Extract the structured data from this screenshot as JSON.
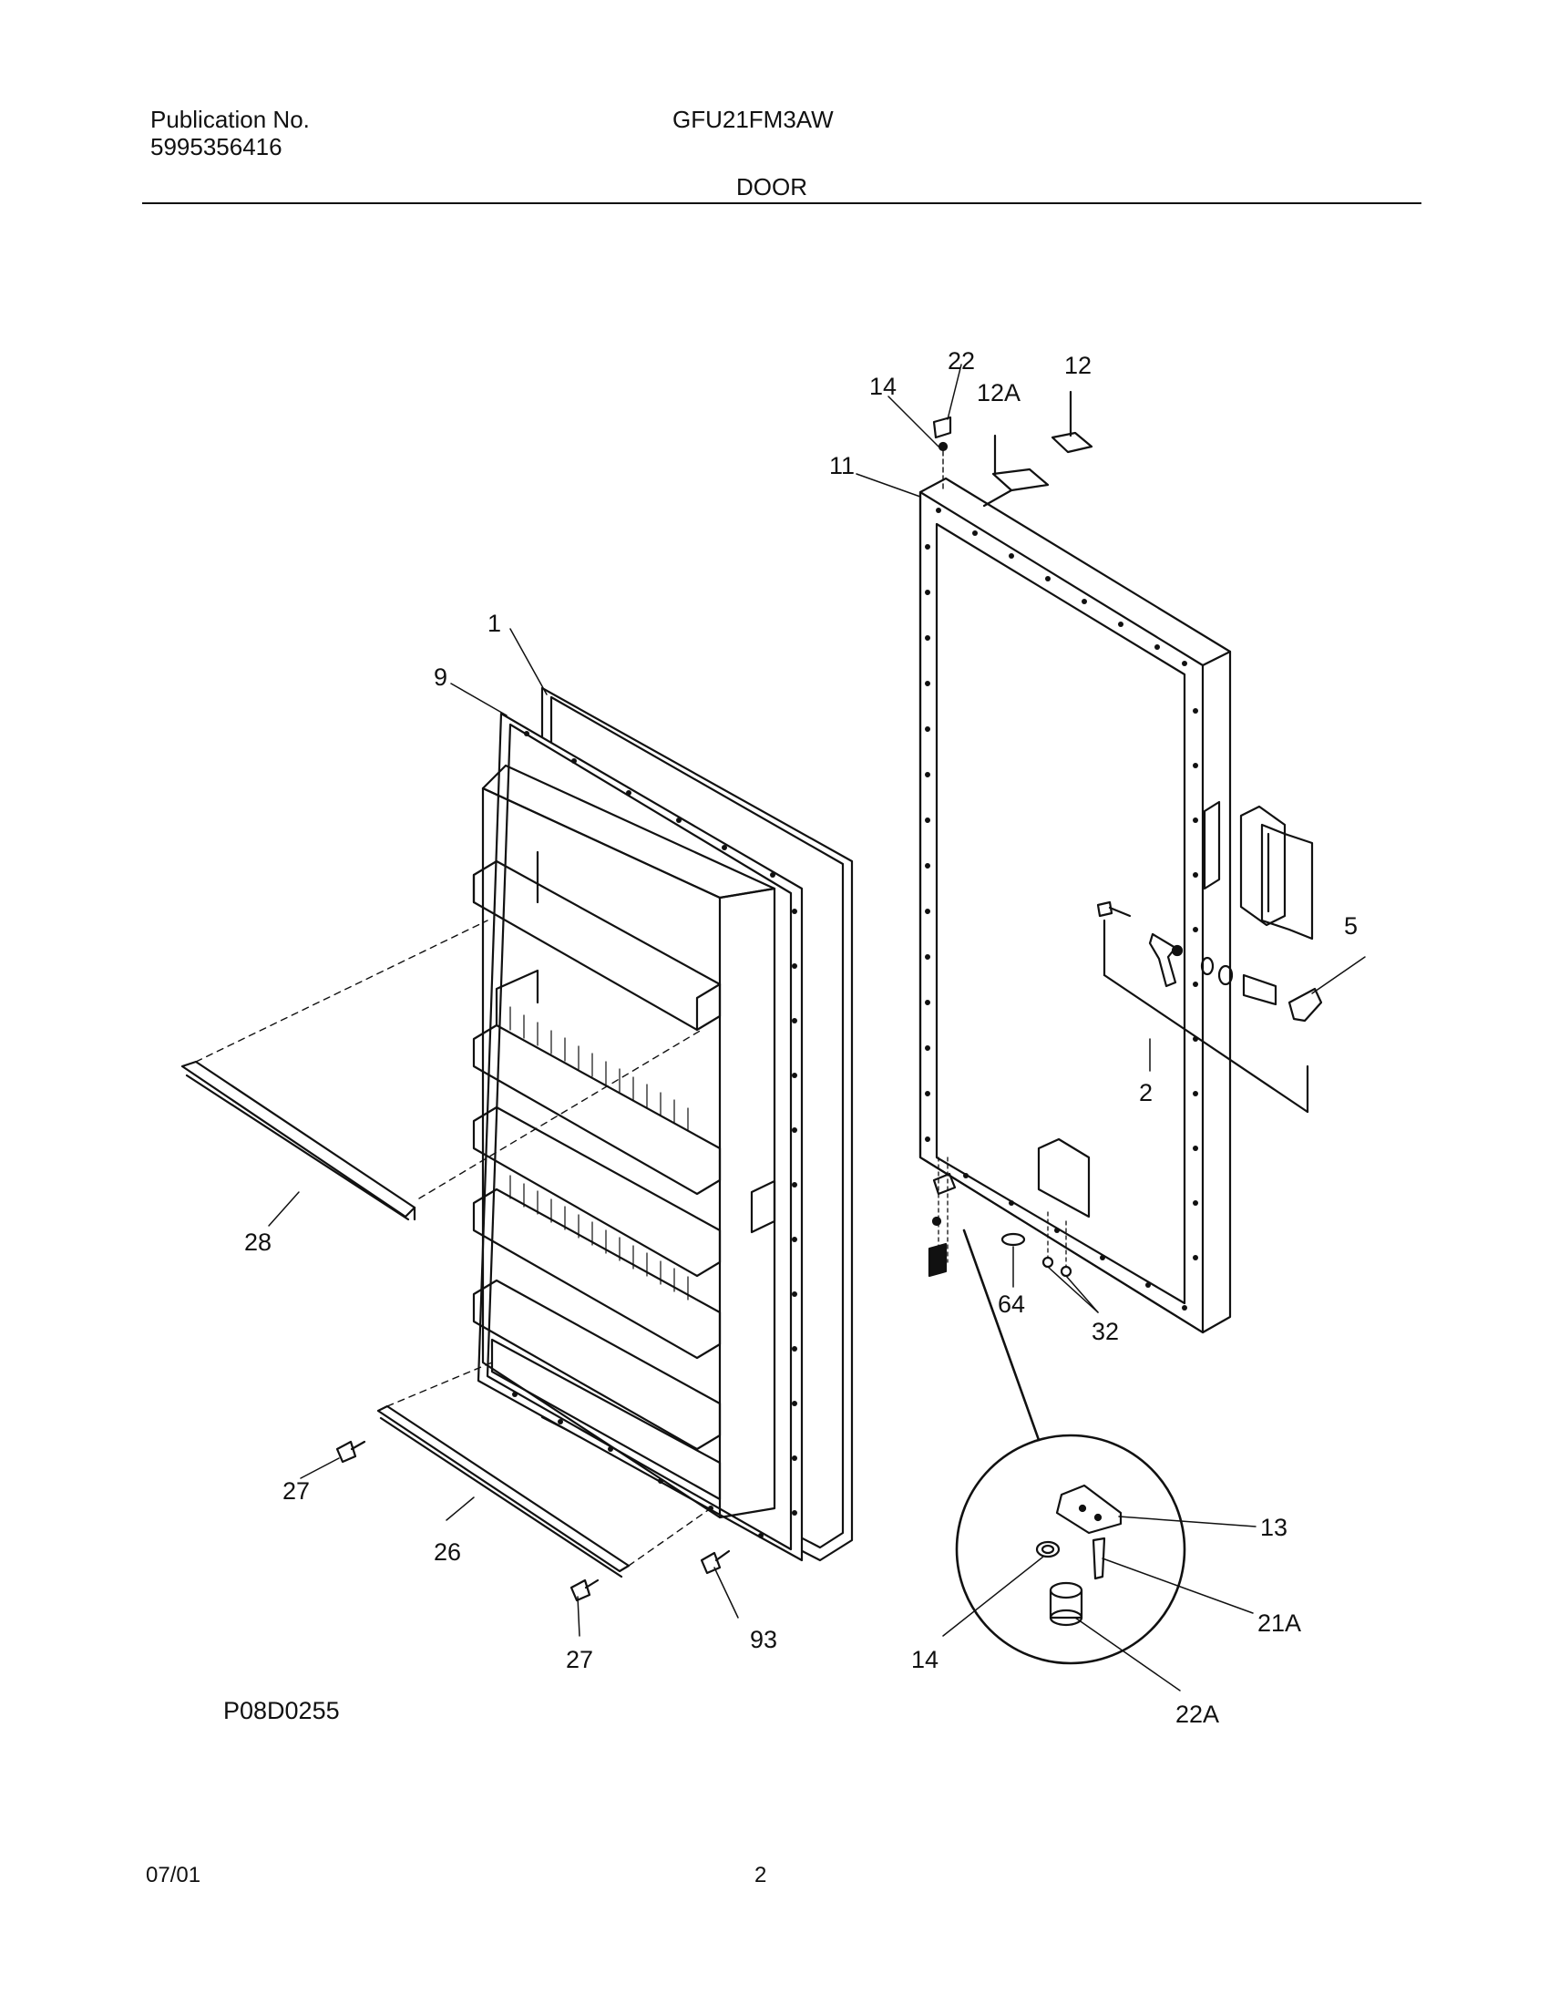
{
  "header": {
    "publication_label": "Publication No.",
    "publication_number": "5995356416",
    "model": "GFU21FM3AW",
    "section_title": "DOOR"
  },
  "figure_code": "P08D0255",
  "footer": {
    "date": "07/01",
    "page": "2"
  },
  "callouts": {
    "c1": "1",
    "c9": "9",
    "c28": "28",
    "c27a": "27",
    "c26": "26",
    "c27b": "27",
    "c93": "93",
    "c11": "11",
    "c14a": "14",
    "c22": "22",
    "c12a": "12A",
    "c12": "12",
    "c5": "5",
    "c2": "2",
    "c64": "64",
    "c32": "32",
    "c13": "13",
    "c21a": "21A",
    "c14b": "14",
    "c22a": "22A"
  }
}
